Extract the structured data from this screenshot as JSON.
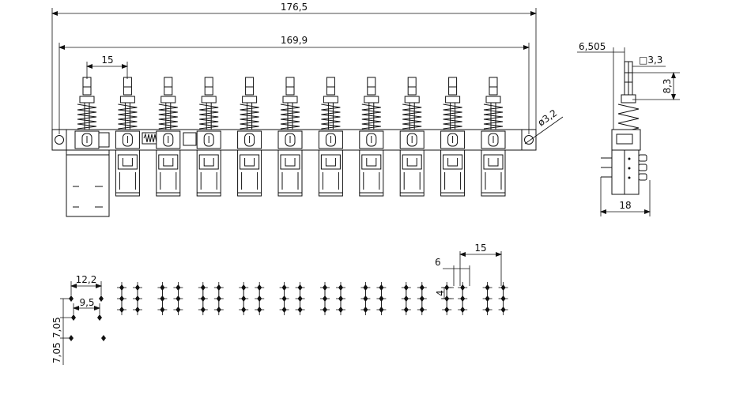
{
  "drawing": {
    "dimensions": {
      "overall_length": "176,5",
      "mount_hole_spacing": "169,9",
      "switch_pitch": "15",
      "mount_hole_diameter": "ø3,2",
      "side_offset": "6,505",
      "stem_square": "□3,3",
      "stem_height": "8,3",
      "body_depth": "18",
      "pcb_first_width": "12,2",
      "pcb_first_inner": "9,5",
      "pcb_vertical_a": "7,05",
      "pcb_vertical_b": "7,05",
      "pcb_pin_gap": "6",
      "pcb_row_gap": "4",
      "pcb_pitch": "15"
    },
    "switch_count": 11,
    "pcb_pad_groups": 10
  }
}
